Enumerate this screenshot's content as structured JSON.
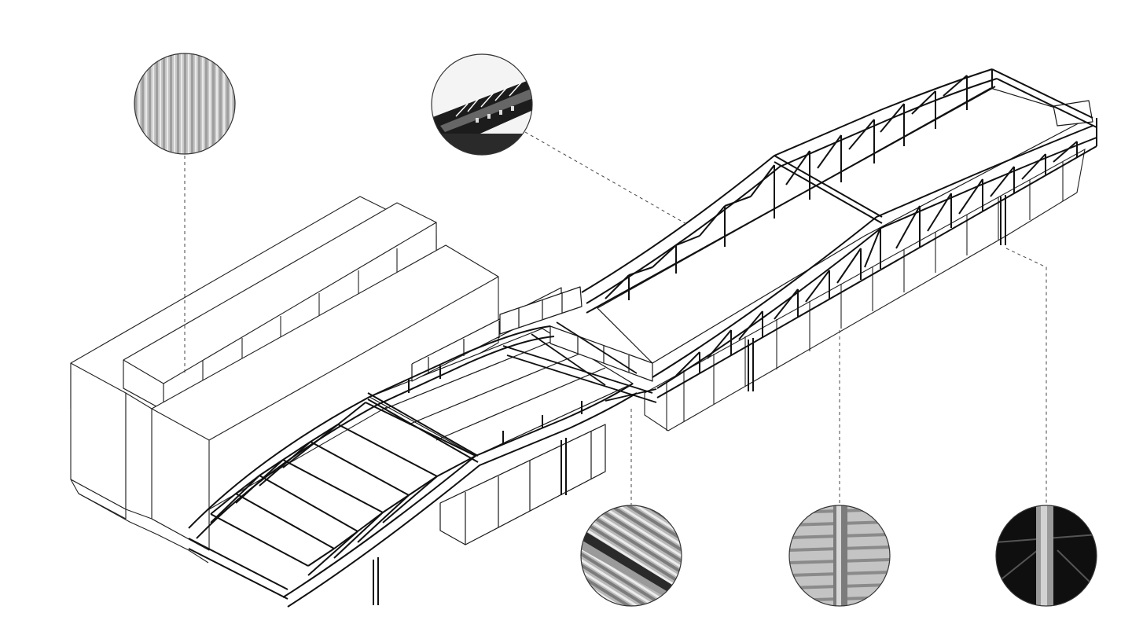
{
  "diagram": {
    "kind": "axonometric-structure-drawing",
    "callouts": [
      {
        "id": "cladding-corrugated",
        "icon": "corrugated-cladding-detail-icon"
      },
      {
        "id": "roof-truss-photo",
        "icon": "roof-truss-photo-icon"
      },
      {
        "id": "purlin-detail",
        "icon": "purlin-detail-icon"
      },
      {
        "id": "column-on-cladding",
        "icon": "column-cladding-detail-icon"
      },
      {
        "id": "column-dark",
        "icon": "column-dark-detail-icon"
      }
    ],
    "colors": {
      "line": "#1a1a1a",
      "light_line": "#3a3a3a",
      "leader": "#444444",
      "background": "#ffffff"
    }
  }
}
